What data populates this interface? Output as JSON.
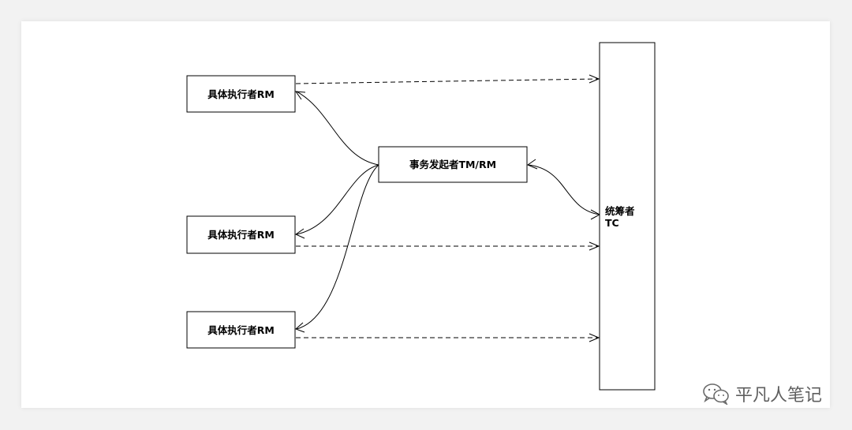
{
  "nodes": {
    "rm_top": {
      "label": "具体执行者RM"
    },
    "rm_middle": {
      "label": "具体执行者RM"
    },
    "rm_bottom": {
      "label": "具体执行者RM"
    },
    "tm": {
      "label": "事务发起者TM/RM"
    },
    "tc": {
      "label_line1": "统筹者",
      "label_line2": "TC"
    }
  },
  "watermark": {
    "text": "平凡人笔记",
    "icon": "wechat-icon"
  }
}
